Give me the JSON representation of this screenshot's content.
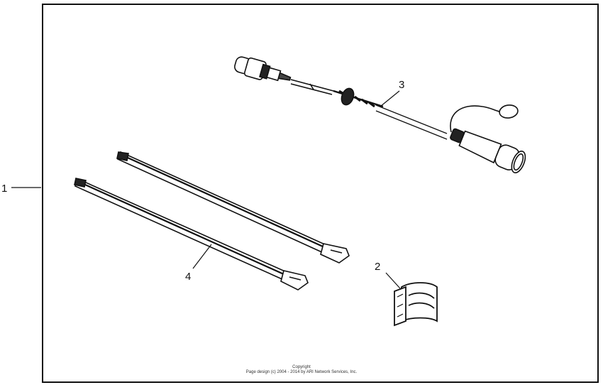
{
  "callouts": {
    "assembly": "1",
    "clip": "2",
    "wire_harness": "3",
    "cable_tie": "4"
  },
  "copyright": {
    "line1": "Copyright",
    "line2": "Page design (c) 2004 - 2014 by ARI Network Services, Inc."
  },
  "colors": {
    "ink": "#111111",
    "background": "#ffffff"
  }
}
